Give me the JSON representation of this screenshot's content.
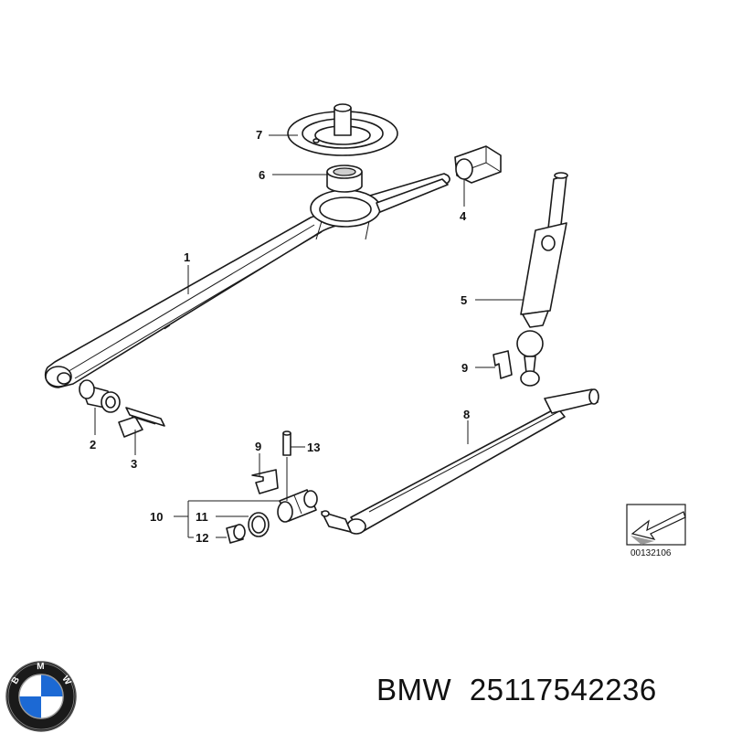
{
  "callouts": {
    "p1": "1",
    "p2": "2",
    "p3": "3",
    "p4": "4",
    "p5": "5",
    "p6": "6",
    "p7": "7",
    "p8": "8",
    "p9a": "9",
    "p9b": "9",
    "p10": "10",
    "p11": "11",
    "p12": "12",
    "p13": "13"
  },
  "reference_code": "00132106",
  "caption": {
    "brand": "BMW",
    "part_number": "25117542236"
  },
  "logo": {
    "letters": [
      "B",
      "M",
      "W"
    ],
    "colors": {
      "blue": "#1c69d4",
      "white": "#ffffff",
      "ring": "#111111"
    }
  }
}
